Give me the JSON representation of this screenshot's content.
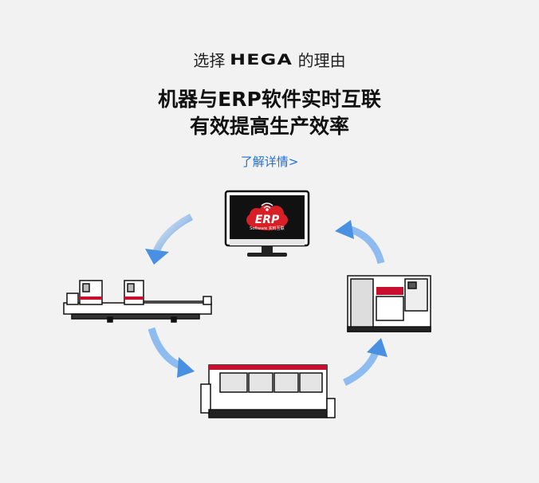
{
  "header": {
    "subtitle_prefix": "选择",
    "brand": "HEGA",
    "subtitle_suffix": "的理由",
    "headline_line1": "机器与ERP软件实时互联",
    "headline_line2": "有效提高生产效率",
    "more_link": "了解详情>"
  },
  "monitor": {
    "logo_text": "ERP",
    "logo_caption": "Software 实时互联",
    "badge_color": "#d81f26"
  },
  "colors": {
    "arrow": "#4a90e2",
    "accent_red": "#c8102e",
    "link": "#1f6fd6"
  },
  "icons": {
    "wifi": "wifi-icon",
    "cloud": "cloud-icon"
  }
}
